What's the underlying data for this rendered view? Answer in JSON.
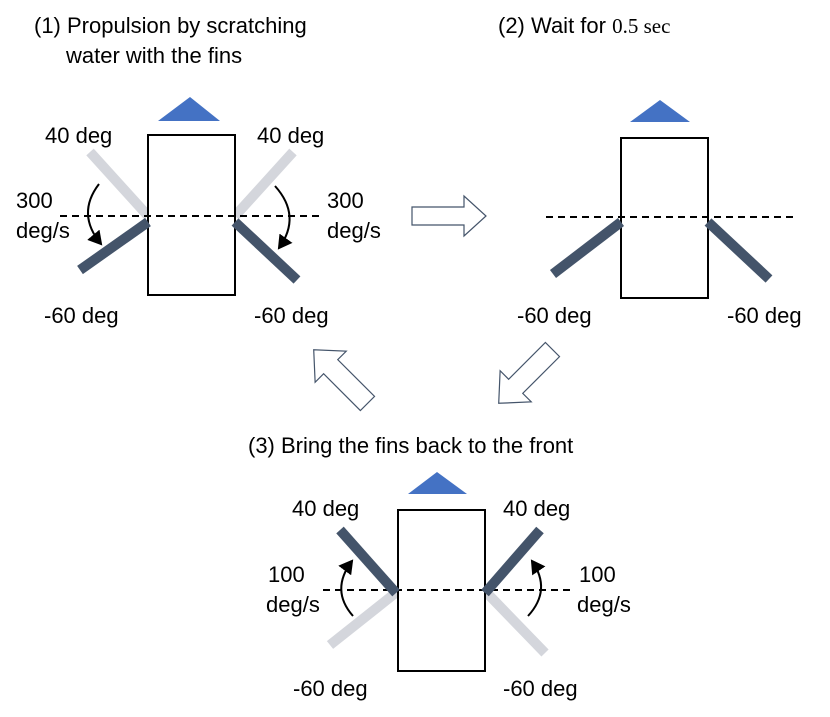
{
  "steps": {
    "step1": {
      "title_line1": "(1) Propulsion by scratching",
      "title_line2": "water with the fins",
      "left_top_angle": "40 deg",
      "right_top_angle": "40 deg",
      "left_speed_line1": "300",
      "left_speed_line2": "deg/s",
      "right_speed_line1": "300",
      "right_speed_line2": "deg/s",
      "left_bottom_angle": "-60 deg",
      "right_bottom_angle": "-60 deg"
    },
    "step2": {
      "title_prefix": "(2) Wait for ",
      "title_value": "0.5 sec",
      "left_bottom_angle": "-60 deg",
      "right_bottom_angle": "-60 deg"
    },
    "step3": {
      "title": "(3) Bring the fins back to the front",
      "left_top_angle": "40 deg",
      "right_top_angle": "40 deg",
      "left_speed_line1": "100",
      "left_speed_line2": "deg/s",
      "right_speed_line1": "100",
      "right_speed_line2": "deg/s",
      "left_bottom_angle": "-60 deg",
      "right_bottom_angle": "-60 deg"
    }
  },
  "colors": {
    "head_triangle": "#4472C4",
    "fin_active": "#44546A",
    "fin_ghost": "#D4D6DC",
    "flow_arrow_stroke": "#44546A",
    "outline": "#000000"
  }
}
